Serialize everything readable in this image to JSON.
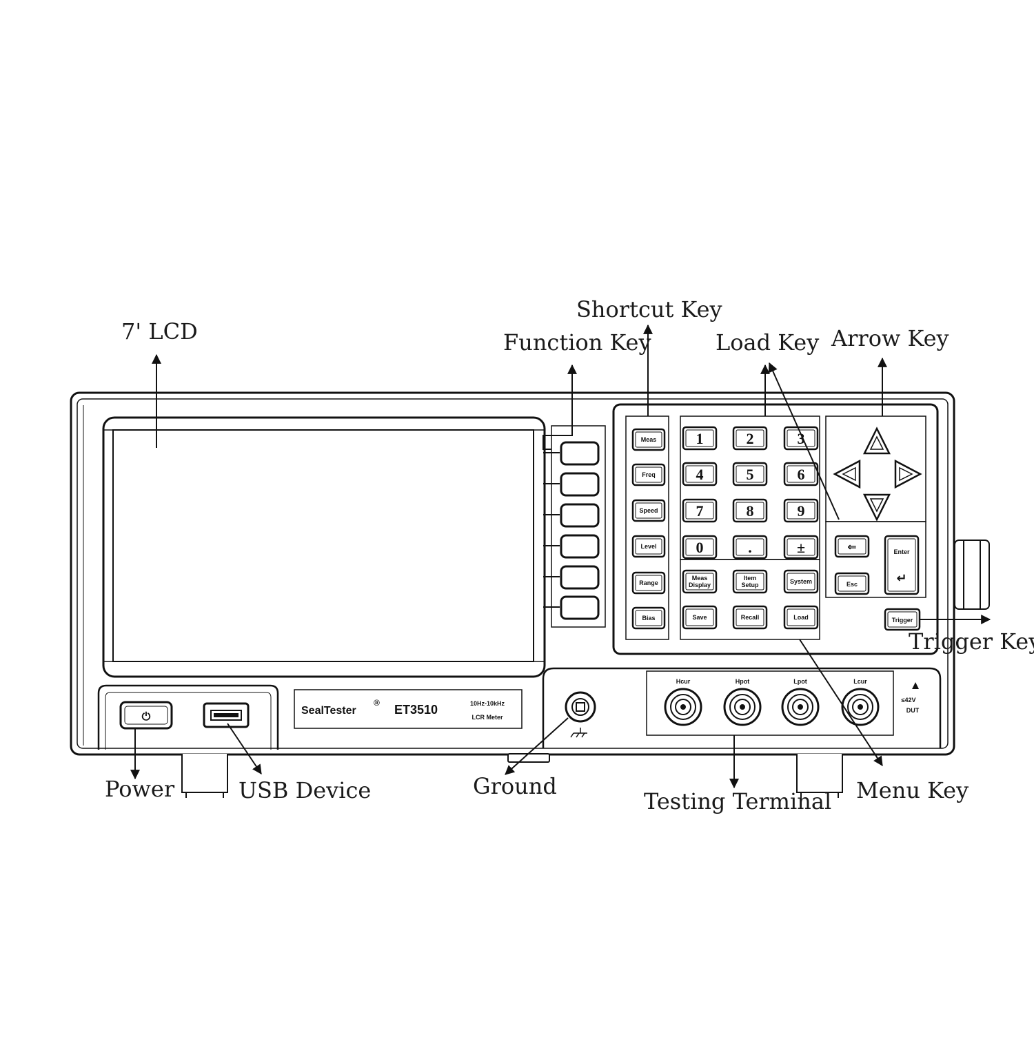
{
  "callouts": {
    "lcd": "7' LCD",
    "function_key": "Function Key",
    "shortcut_key": "Shortcut Key",
    "load_key": "Load Key",
    "arrow_key": "Arrow Key",
    "trigger_key": "Trigger Key",
    "power": "Power",
    "usb_device": "USB Device",
    "ground": "Ground",
    "testing_terminal": "Testing Terminal",
    "menu_key": "Menu Key"
  },
  "brand": {
    "name": "SealTester",
    "mark": "®",
    "model": "ET3510",
    "spec_line1": "10Hz-10kHz",
    "spec_line2": "LCR Meter"
  },
  "shortcut_keys": [
    "Meas",
    "Freq",
    "Speed",
    "Level",
    "Range",
    "Bias"
  ],
  "numeric_keys": [
    "1",
    "2",
    "3",
    "4",
    "5",
    "6",
    "7",
    "8",
    "9",
    "0",
    ".",
    "±"
  ],
  "menu_keys": [
    "Meas Display",
    "Item Setup",
    "System",
    "Save",
    "Recall",
    "Load"
  ],
  "edit_keys": {
    "backspace": "⇐",
    "esc": "Esc",
    "enter": "Enter",
    "enter_arrow": "↵"
  },
  "trigger_label": "Trigger",
  "terminals": [
    "Hcur",
    "Hpot",
    "Lpot",
    "Lcur"
  ],
  "warning": {
    "glyph": "▲",
    "line1": "≤42V",
    "line2": "DUT"
  },
  "power_glyph": "⏻"
}
